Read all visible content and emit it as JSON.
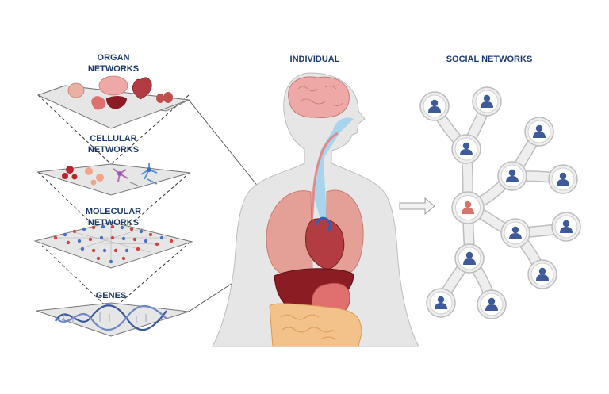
{
  "labels": {
    "organ_line1": "ORGAN",
    "organ_line2": "NETWORKS",
    "cellular_line1": "CELLULAR",
    "cellular_line2": "NETWORKS",
    "molecular_line1": "MOLECULAR",
    "molecular_line2": "NETWORKS",
    "genes": "GENES",
    "individual": "INDIVIDUAL",
    "social": "SOCIAL NETWORKS"
  },
  "colors": {
    "label_text": "#1f3b6e",
    "plane_fill": "#e8e8e8",
    "body_fill": "#e6e6e6",
    "person_blue": "#3f5a9a",
    "person_highlight": "#d7736b",
    "arrow": "#bdbdbd"
  },
  "icons": {
    "person": "person-icon",
    "arrow": "arrow-right-icon"
  }
}
